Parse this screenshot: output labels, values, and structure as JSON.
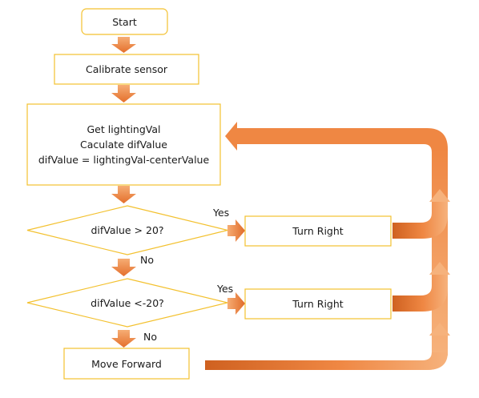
{
  "diagram": {
    "colors": {
      "node_border": "#f3c12f",
      "arrow_light": "#f6b27c",
      "arrow_mid": "#ef8743",
      "arrow_dark": "#cf6120"
    },
    "nodes": {
      "start": "Start",
      "calibrate": "Calibrate sensor",
      "process_line1": "Get lightingVal",
      "process_line2": "Caculate difValue",
      "process_line3": "difValue = lightingVal-centerValue",
      "decision1": "difValue > 20?",
      "decision2": "difValue <-20?",
      "turn1": "Turn Right",
      "turn2": "Turn Right",
      "move": "Move Forward"
    },
    "edges": {
      "yes1": "Yes",
      "no1": "No",
      "yes2": "Yes",
      "no2": "No"
    }
  }
}
